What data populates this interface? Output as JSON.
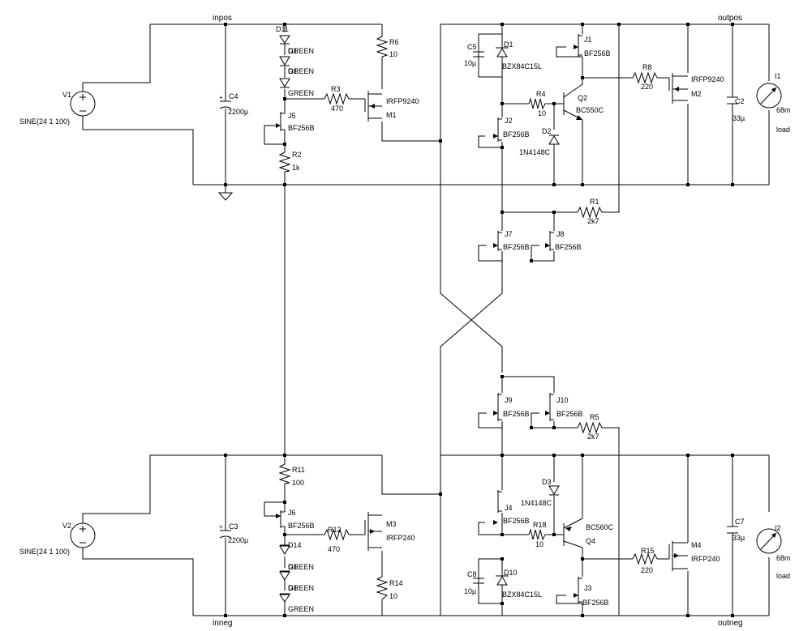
{
  "nets": {
    "inpos": "inpos",
    "inneg": "inneg",
    "outpos": "outpos",
    "outneg": "outneg"
  },
  "components": {
    "V1": {
      "ref": "V1",
      "value": "SINE(24 1 100)"
    },
    "V2": {
      "ref": "V2",
      "value": "SINE(24 1 100)"
    },
    "C4": {
      "ref": "C4",
      "value": "2200µ"
    },
    "C3": {
      "ref": "C3",
      "value": "2200µ"
    },
    "D11": {
      "ref": "D11",
      "value": "GREEN"
    },
    "D12": {
      "ref": "D1",
      "value": "GREEN"
    },
    "D13": {
      "ref": "D1",
      "value": "GREEN"
    },
    "D14": {
      "ref": "D14",
      "value": "GREEN"
    },
    "D15": {
      "ref": "D1",
      "value": "GREEN"
    },
    "D16": {
      "ref": "D1",
      "value": "GREEN"
    },
    "R6": {
      "ref": "R6",
      "value": "10"
    },
    "R3": {
      "ref": "R3",
      "value": "470"
    },
    "M1": {
      "ref": "M1",
      "value": "IRFP9240"
    },
    "J5": {
      "ref": "J5",
      "value": "BF256B"
    },
    "R2": {
      "ref": "R2",
      "value": "1k"
    },
    "R11": {
      "ref": "R11",
      "value": "100"
    },
    "J6": {
      "ref": "J6",
      "value": "BF256B"
    },
    "R12": {
      "ref": "R12",
      "value": "470"
    },
    "M3": {
      "ref": "M3",
      "value": "IRFP240"
    },
    "R14": {
      "ref": "R14",
      "value": "10"
    },
    "C5": {
      "ref": "C5",
      "value": "10µ"
    },
    "D1": {
      "ref": "D1",
      "value": "BZX84C15L"
    },
    "J1": {
      "ref": "J1",
      "value": "BF256B"
    },
    "R8": {
      "ref": "R8",
      "value": "220"
    },
    "M2": {
      "ref": "M2",
      "value": "IRFP9240"
    },
    "Q2": {
      "ref": "Q2",
      "value": "BC550C"
    },
    "R4": {
      "ref": "R4",
      "value": "10"
    },
    "J2": {
      "ref": "J2",
      "value": "BF256B"
    },
    "D2": {
      "ref": "D2",
      "value": "1N4148C"
    },
    "C2": {
      "ref": "C2",
      "value": "33µ"
    },
    "I1": {
      "ref": "I1",
      "value": "68m",
      "note": "load"
    },
    "R1": {
      "ref": "R1",
      "value": "2k7"
    },
    "J7": {
      "ref": "J7",
      "value": "BF256B"
    },
    "J8": {
      "ref": "J8",
      "value": "BF256B"
    },
    "J9": {
      "ref": "J9",
      "value": "BF256B"
    },
    "J10": {
      "ref": "J10",
      "value": "BF256B"
    },
    "R5": {
      "ref": "R5",
      "value": "2k7"
    },
    "D3": {
      "ref": "D3",
      "value": "1N4148C"
    },
    "J4": {
      "ref": "J4",
      "value": "BF256B"
    },
    "R18": {
      "ref": "R18",
      "value": "10"
    },
    "Q4": {
      "ref": "Q4",
      "value": "BC560C"
    },
    "C7": {
      "ref": "C7",
      "value": "33µ"
    },
    "I2": {
      "ref": "I2",
      "value": "68m",
      "note": "load"
    },
    "R15": {
      "ref": "R15",
      "value": "220"
    },
    "M4": {
      "ref": "M4",
      "value": "IRFP240"
    },
    "C8": {
      "ref": "C8",
      "value": "10µ"
    },
    "D10": {
      "ref": "D10",
      "value": "BZX84C15L"
    },
    "J3": {
      "ref": "J3",
      "value": "BF256B"
    }
  }
}
